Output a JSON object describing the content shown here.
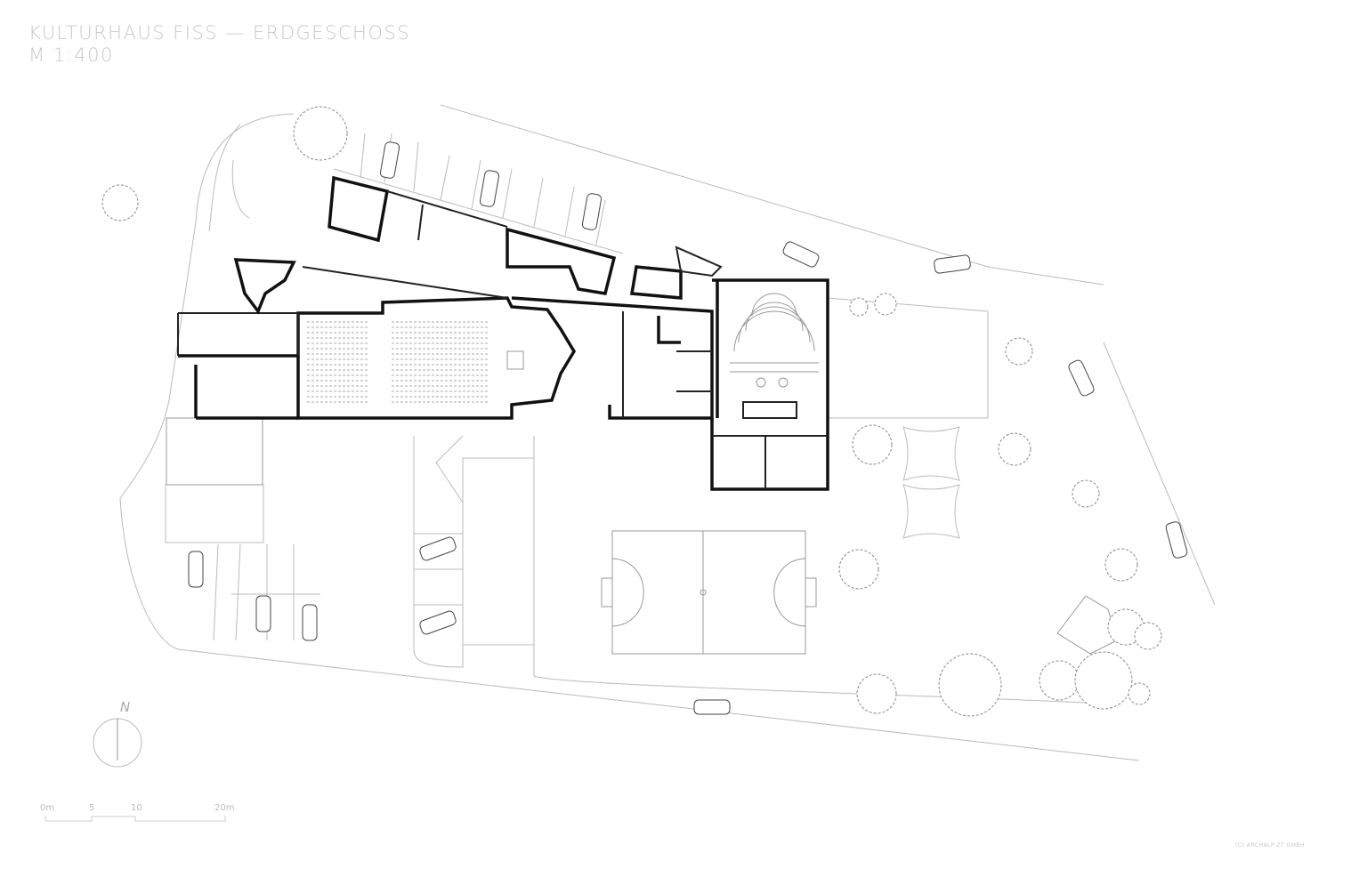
{
  "title": {
    "line1": "KULTURHAUS FISS  —  ERDGESCHOSS",
    "line2": "M 1:400"
  },
  "north_arrow": {
    "label": "N"
  },
  "scale_bar": {
    "labels": [
      "0m",
      "5",
      "10",
      "20m"
    ]
  },
  "copyright": "(C) ARCHALP ZT GMBH"
}
